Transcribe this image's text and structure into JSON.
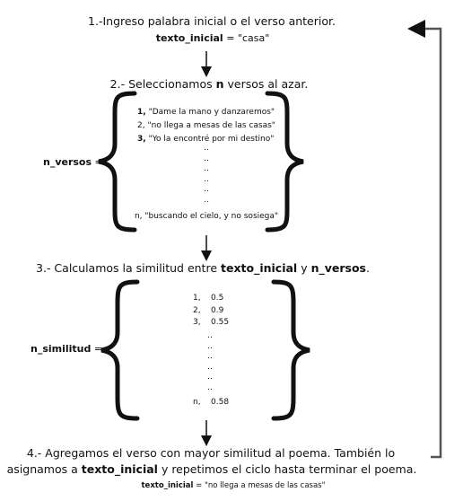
{
  "step1": {
    "title": "1.-Ingreso palabra inicial o el verso anterior.",
    "var": "texto_inicial",
    "value": " = \"casa\""
  },
  "step2": {
    "prefix": "2.- Seleccionamos ",
    "bold": "n",
    "suffix": " versos al azar.",
    "label": "n_versos",
    "eq": " =",
    "items": [
      {
        "num": "1,",
        "text": " \"Dame la mano y danzaremos\""
      },
      {
        "num": "2,",
        "text": " \"no llega a mesas de las casas\""
      },
      {
        "num": "3,",
        "text": " \"Yo la encontré por mi destino\""
      }
    ],
    "dots": [
      "..",
      "..",
      "..",
      "..",
      "..",
      ".."
    ],
    "last": "n, \"buscando el cielo, y no sosiega\""
  },
  "step3": {
    "prefix": "3.- Calculamos la similitud entre ",
    "bold1": "texto_inicial",
    "mid": " y ",
    "bold2": "n_versos",
    "end": ".",
    "label": "n_similitud",
    "eq": " =",
    "items": [
      {
        "num": "1,",
        "value": "0.5"
      },
      {
        "num": "2,",
        "value": "0.9"
      },
      {
        "num": "3,",
        "value": "0.55"
      }
    ],
    "dots": [
      "..",
      "..",
      "..",
      "..",
      "..",
      ".."
    ],
    "last": {
      "num": "n,",
      "value": "0.58"
    }
  },
  "step4": {
    "line1": "4.- Agregamos el verso con mayor similitud al poema. También lo",
    "line2_prefix": "asignamos a ",
    "line2_bold": "texto_inicial",
    "line2_suffix": " y  repetimos el ciclo hasta terminar el poema.",
    "var": "texto_inicial",
    "value": " = \"no llega a mesas de las casas\""
  }
}
